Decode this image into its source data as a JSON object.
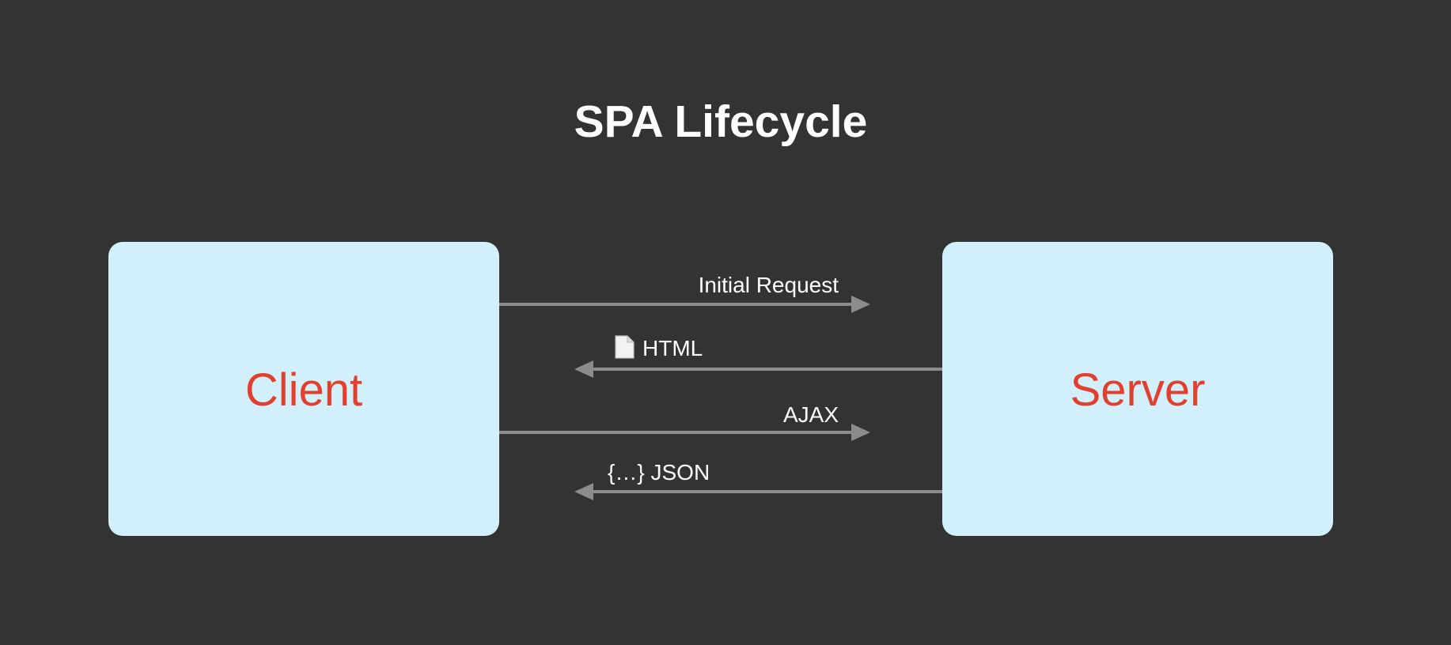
{
  "title": "SPA Lifecycle",
  "nodes": {
    "client": "Client",
    "server": "Server"
  },
  "messages": [
    {
      "label": "Initial Request",
      "direction": "client-to-server"
    },
    {
      "label": "HTML",
      "direction": "server-to-client",
      "icon": "document-icon"
    },
    {
      "label": "AJAX",
      "direction": "client-to-server"
    },
    {
      "label": "{…} JSON",
      "direction": "server-to-client"
    }
  ],
  "colors": {
    "background": "#333333",
    "box_fill": "#d2f0fb",
    "node_text": "#e2402f",
    "arrow": "#8c8c8c",
    "label_text": "#ffffff"
  }
}
